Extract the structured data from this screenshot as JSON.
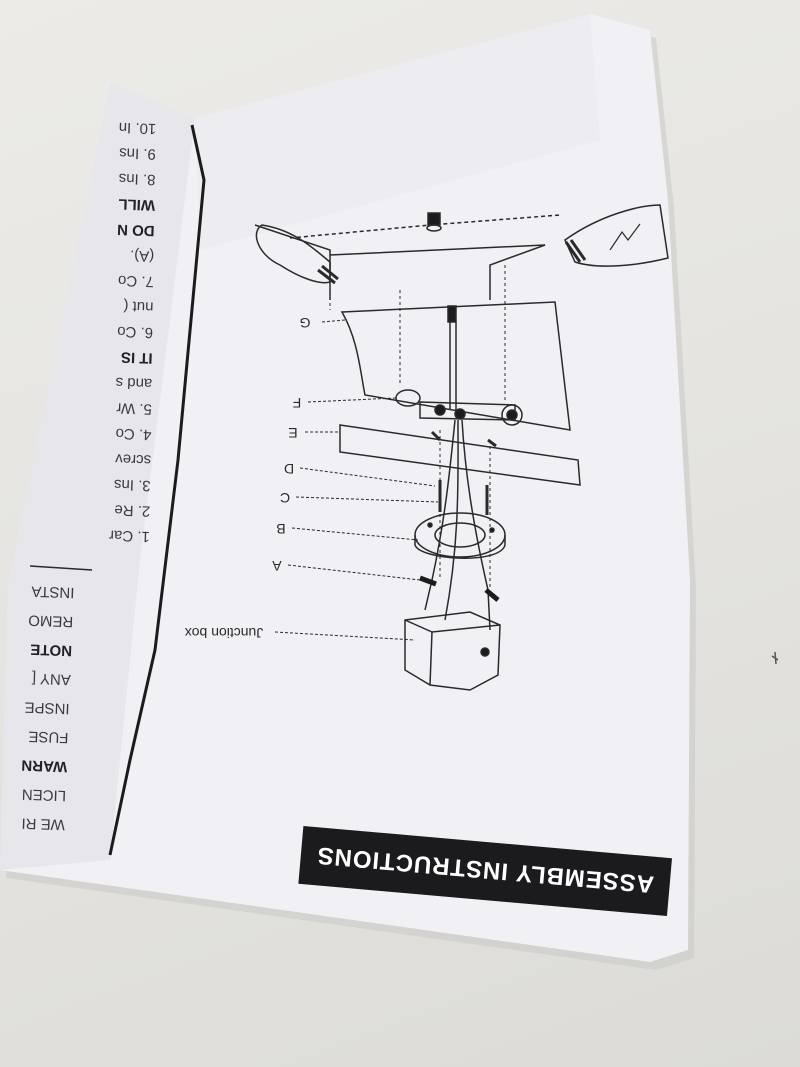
{
  "banner": {
    "title": "ASSEMBLY INSTRUCTIONS"
  },
  "diagram": {
    "labels": {
      "g": "G",
      "f": "F",
      "e": "E",
      "d": "D",
      "c": "C",
      "b": "B",
      "a": "A",
      "junction_box": "Junction box"
    }
  },
  "left_column": {
    "lines": [
      {
        "text": "WE RI",
        "bold": false
      },
      {
        "text": "LICEN",
        "bold": false
      },
      {
        "text": "WARN",
        "bold": true
      },
      {
        "text": "FUSE",
        "bold": false
      },
      {
        "text": "INSPE",
        "bold": false
      },
      {
        "text": "ANY [",
        "bold": false
      },
      {
        "text": "NOTE",
        "bold": true
      },
      {
        "text": "REMO",
        "bold": false
      },
      {
        "text": "INSTA",
        "bold": false
      }
    ]
  },
  "right_column": {
    "lines": [
      {
        "text": "1. Car",
        "bold": false
      },
      {
        "text": "2. Re",
        "bold": false
      },
      {
        "text": "3. Ins",
        "bold": false
      },
      {
        "text": "screv",
        "bold": false
      },
      {
        "text": "4. Co",
        "bold": false
      },
      {
        "text": "5. Wr",
        "bold": false
      },
      {
        "text": "and s",
        "bold": false
      },
      {
        "text": "IT IS",
        "bold": true
      },
      {
        "text": "6. Co",
        "bold": false
      },
      {
        "text": "nut (",
        "bold": false
      },
      {
        "text": "7. Co",
        "bold": false
      },
      {
        "text": "(A).",
        "bold": false
      },
      {
        "text": "DO N",
        "bold": true
      },
      {
        "text": "WILL",
        "bold": true
      },
      {
        "text": "8. Ins",
        "bold": false
      },
      {
        "text": "9. Ins",
        "bold": false
      },
      {
        "text": "10. In",
        "bold": false
      }
    ]
  }
}
